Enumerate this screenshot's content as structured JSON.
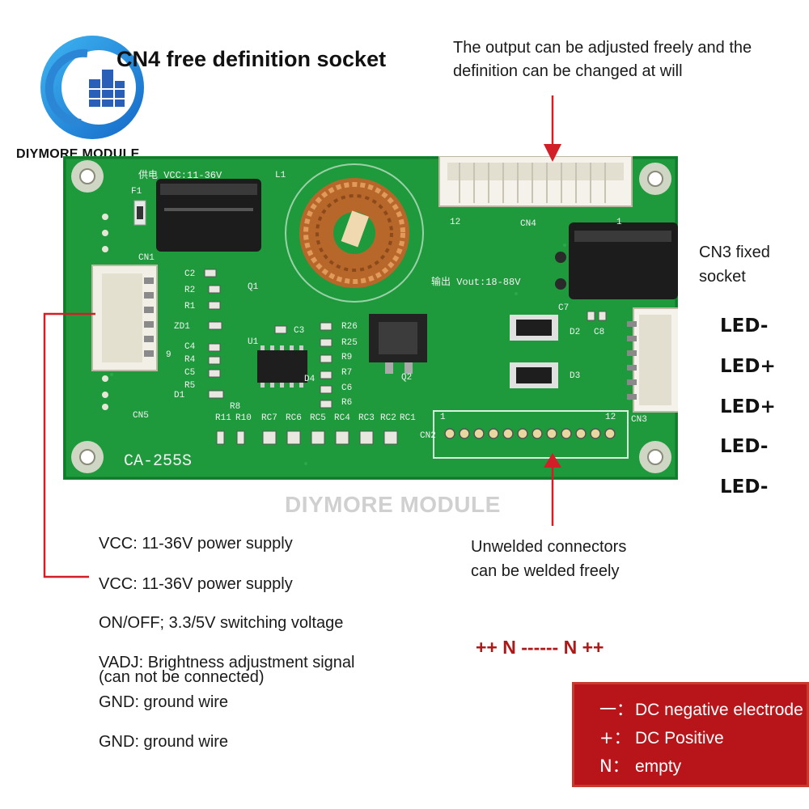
{
  "title": "CN4 free definition socket",
  "logo": {
    "text": "DIYMORE MODULE",
    "icon": "diymore-globe-logo"
  },
  "watermark": "DIYMORE MODULE",
  "top_right_note": [
    "The output can be adjusted freely and the",
    "definition can be changed at will"
  ],
  "cn3_note": [
    "CN3 fixed",
    "socket"
  ],
  "led_pins": [
    "LED-",
    "LED+",
    "LED+",
    "LED-",
    "LED-"
  ],
  "pin_descriptions": [
    "VCC: 11-36V power supply",
    "VCC: 11-36V power supply",
    "ON/OFF; 3.3/5V switching voltage",
    "VADJ: Brightness adjustment signal",
    "(can not be connected)",
    "GND: ground wire",
    "GND: ground wire"
  ],
  "unwelded_note": [
    "Unwelded connectors",
    "can be welded freely"
  ],
  "pin_pattern": "++ N ------ N ++",
  "legend": [
    {
      "symbol": "一：",
      "label": "DC negative electrode"
    },
    {
      "symbol": "+：",
      "label": "DC Positive"
    },
    {
      "symbol": "N：",
      "label": "empty"
    }
  ],
  "board": {
    "model": "CA-255S",
    "vcc_label": "供电 VCC:11-36V",
    "vout_label": "输出 Vout:18-88V",
    "connectors": [
      "CN1",
      "CN2",
      "CN3",
      "CN4",
      "CN5"
    ],
    "cn4_pin_first": "12",
    "cn4_pin_last": "1",
    "cn2_pin_first": "1",
    "cn2_pin_last": "12",
    "cn1_pin_last": "9",
    "components": [
      "F1",
      "L1",
      "C2",
      "R2",
      "R1",
      "Q1",
      "ZD1",
      "C3",
      "U1",
      "C4",
      "R4",
      "C5",
      "R5",
      "D1",
      "R8",
      "R26",
      "R25",
      "R9",
      "R7",
      "C6",
      "R6",
      "D4",
      "Q2",
      "C7",
      "D2",
      "C8",
      "D3",
      "R11",
      "R10",
      "RC7",
      "RC6",
      "RC5",
      "RC4",
      "RC3",
      "RC2",
      "RC1"
    ]
  },
  "colors": {
    "pcb": "#1e9a3c",
    "accent_red": "#d21e26",
    "legend_bg": "#b8151b"
  }
}
